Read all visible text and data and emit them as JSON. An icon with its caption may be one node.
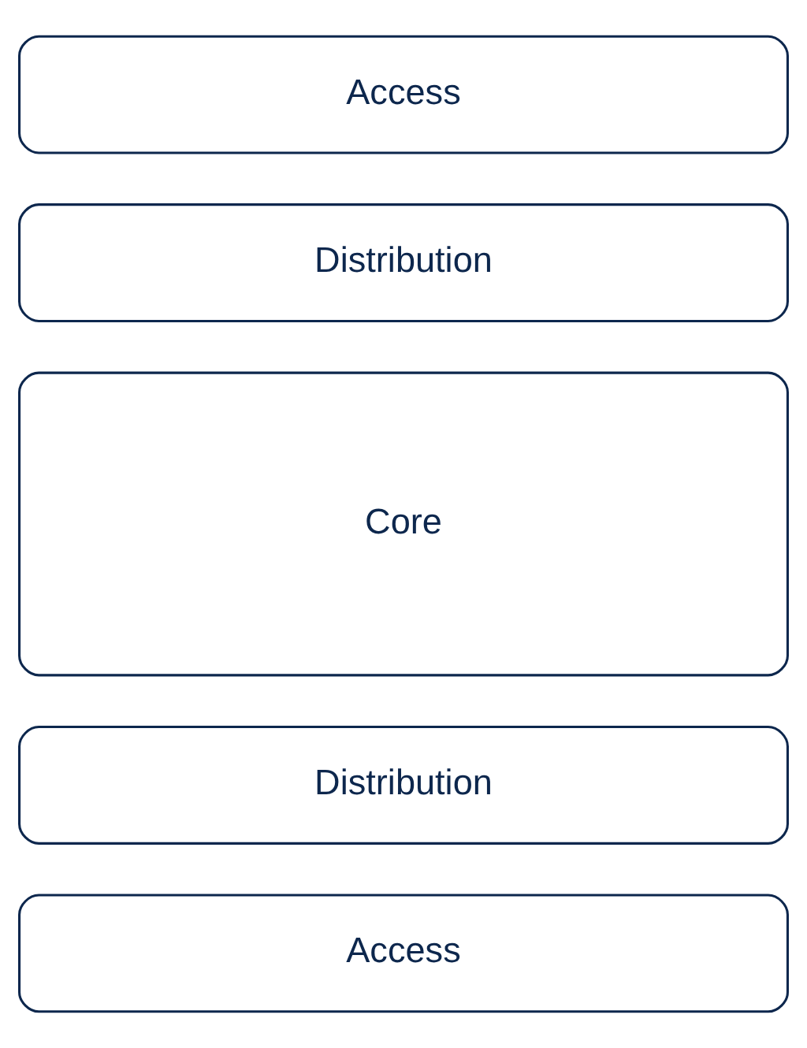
{
  "diagram": {
    "nodes": [
      {
        "text": [
          "Access"
        ]
      },
      {
        "text": [
          "Distribution"
        ]
      },
      {
        "text": [
          "Core"
        ]
      },
      {
        "text": [
          "Distribution"
        ]
      },
      {
        "text": [
          "Access"
        ]
      }
    ]
  }
}
